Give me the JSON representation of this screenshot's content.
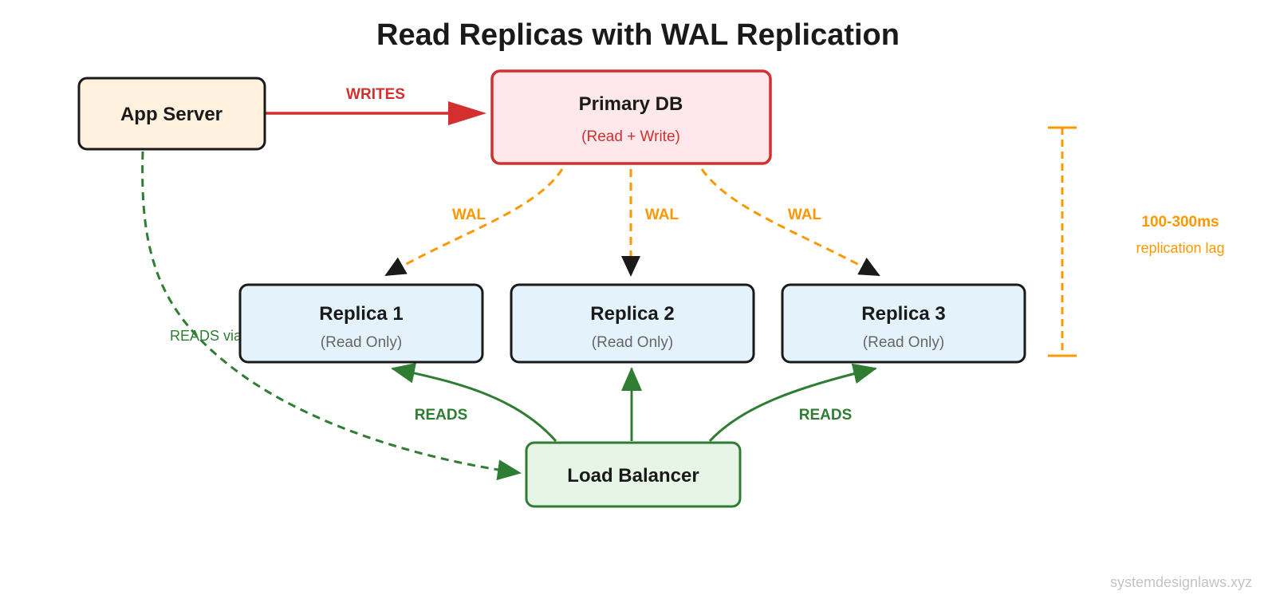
{
  "title": "Read Replicas with WAL Replication",
  "colors": {
    "write": "#d32f2f",
    "wal": "#ff9800",
    "read": "#2e7d32",
    "border_dark": "#1a1a1a",
    "app_fill": "#fff1dd",
    "primary_fill": "#ffe8eb",
    "replica_fill": "#e4f2fc",
    "lb_fill": "#e7f5e7"
  },
  "nodes": {
    "app_server": {
      "label": "App Server"
    },
    "primary": {
      "label": "Primary DB",
      "sub": "(Read + Write)"
    },
    "replicas": [
      {
        "label": "Replica 1",
        "sub": "(Read Only)"
      },
      {
        "label": "Replica 2",
        "sub": "(Read Only)"
      },
      {
        "label": "Replica 3",
        "sub": "(Read Only)"
      }
    ],
    "load_balancer": {
      "label": "Load Balancer"
    }
  },
  "edges": {
    "writes": "WRITES",
    "wal": [
      "WAL",
      "WAL",
      "WAL"
    ],
    "reads_left": "READS",
    "reads_right": "READS",
    "reads_via_lb": "READS via LB"
  },
  "lag": {
    "value": "100-300ms",
    "caption": "replication lag"
  },
  "watermark": "systemdesignlaws.xyz"
}
